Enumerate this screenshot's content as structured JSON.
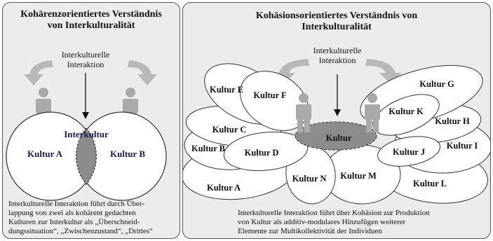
{
  "left": {
    "title_line1": "Kohärenzorientiertes Verständnis",
    "title_line2": "von Interkulturalität",
    "interaction_line1": "Interkulturelle",
    "interaction_line2": "Interaktion",
    "culture_a": "Kultur A",
    "culture_b": "Kultur B",
    "interkultur": "Interkultur",
    "caption": [
      "Interkulturelle Interaktion führt durch Über-",
      "lappung von zwei als kohärent gedachten",
      "Kulturen zur Interkultur als „Überschneid-",
      "dungssituation“, „Zwischenzustand“, „Drittes“"
    ]
  },
  "right": {
    "title_line1": "Kohäsionsorientiertes Verständnis von",
    "title_line2": "Interkulturalität",
    "interaction_line1": "Interkulturelle",
    "interaction_line2": "Interaktion",
    "center": "Kultur",
    "cultures": [
      "Kultur A",
      "Kultur B",
      "Kultur C",
      "Kultur D",
      "Kultur E",
      "Kultur F",
      "Kultur G",
      "Kultur H",
      "Kultur I",
      "Kultur J",
      "Kultur K",
      "Kultur L",
      "Kultur M",
      "Kultur N"
    ],
    "caption": [
      "Interkulturelle Interaktion führt über Kohäsion zur Produktion",
      "von Kultur als additiv-modulares Hinzufügen weiterer",
      "Elemente zur Multikollektivität der Individuen"
    ]
  },
  "colors": {
    "panel_bg": "#ececec",
    "arrow_gray": "#b8b8b8",
    "person_gray": "#a9a9a9",
    "center_gray": "#8c8c8c",
    "label_blue": "#1a1a5a"
  }
}
